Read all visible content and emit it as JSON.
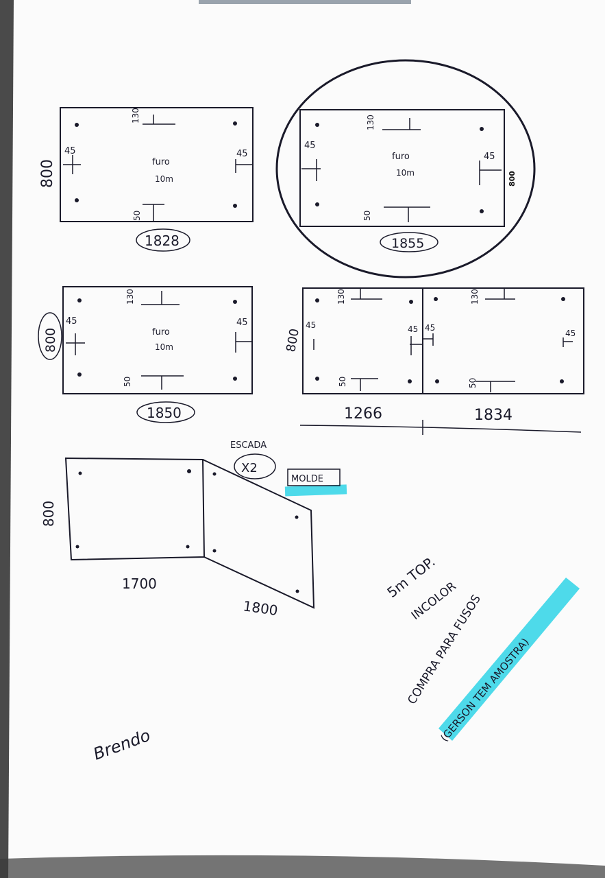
{
  "panels": [
    {
      "width": "1828",
      "height": "800",
      "center_line1": "furo",
      "center_line2": "10m",
      "top_dim": "130",
      "left_dim": "45",
      "right_dim": "45",
      "bottom_dim": "50"
    },
    {
      "width": "1855",
      "height": "800",
      "center_line1": "furo",
      "center_line2": "10m",
      "top_dim": "130",
      "left_dim": "45",
      "right_dim": "45",
      "bottom_dim": "50"
    },
    {
      "width": "1850",
      "height": "800",
      "center_line1": "furo",
      "center_line2": "10m",
      "top_dim": "130",
      "left_dim": "45",
      "right_dim": "45",
      "bottom_dim": "50"
    }
  ],
  "split_panel": {
    "height": "800",
    "left_width": "1266",
    "right_width": "1834",
    "top_dim_left": "130",
    "top_dim_right": "130",
    "left_dim_a": "45",
    "left_dim_b": "45",
    "right_dim_a": "45",
    "right_dim_b": "45",
    "bottom_dim_left": "50",
    "bottom_dim_right": "50"
  },
  "stair": {
    "height": "800",
    "left_width": "1700",
    "right_width": "1800",
    "label": "ESCADA",
    "quantity": "X2",
    "mold": "MOLDE"
  },
  "notes": {
    "line1": "5m TOP.",
    "line2": "INCOLOR",
    "line3": "COMPRA PARA FUSOS",
    "line4": "(GERSON TEM AMOSTRA)"
  },
  "signature": "Brendo",
  "colors": {
    "ink": "#1a1a2a",
    "highlight": "#2fd3e6",
    "paper": "#fbfbfb"
  }
}
